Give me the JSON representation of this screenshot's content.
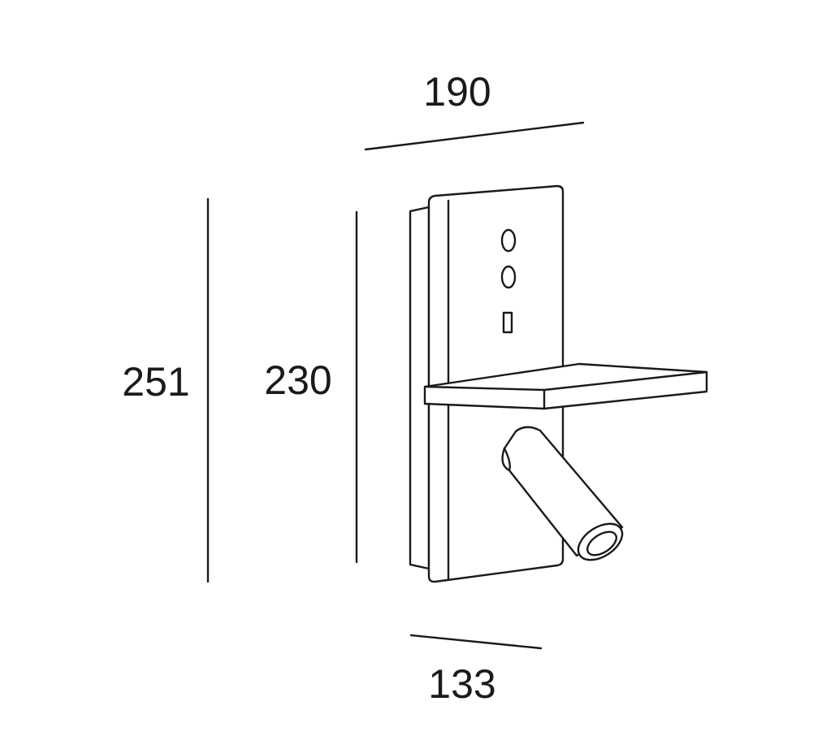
{
  "dimensions": {
    "top_width": "190",
    "bottom_width": "133",
    "total_height": "251",
    "plate_height": "230"
  },
  "colors": {
    "line": "#1a1a1a",
    "background": "#ffffff"
  },
  "icons": {
    "product": "wall-lamp-with-shelf-and-spotlight",
    "buttons": "touch-button-icon",
    "usb": "usb-port-icon"
  }
}
